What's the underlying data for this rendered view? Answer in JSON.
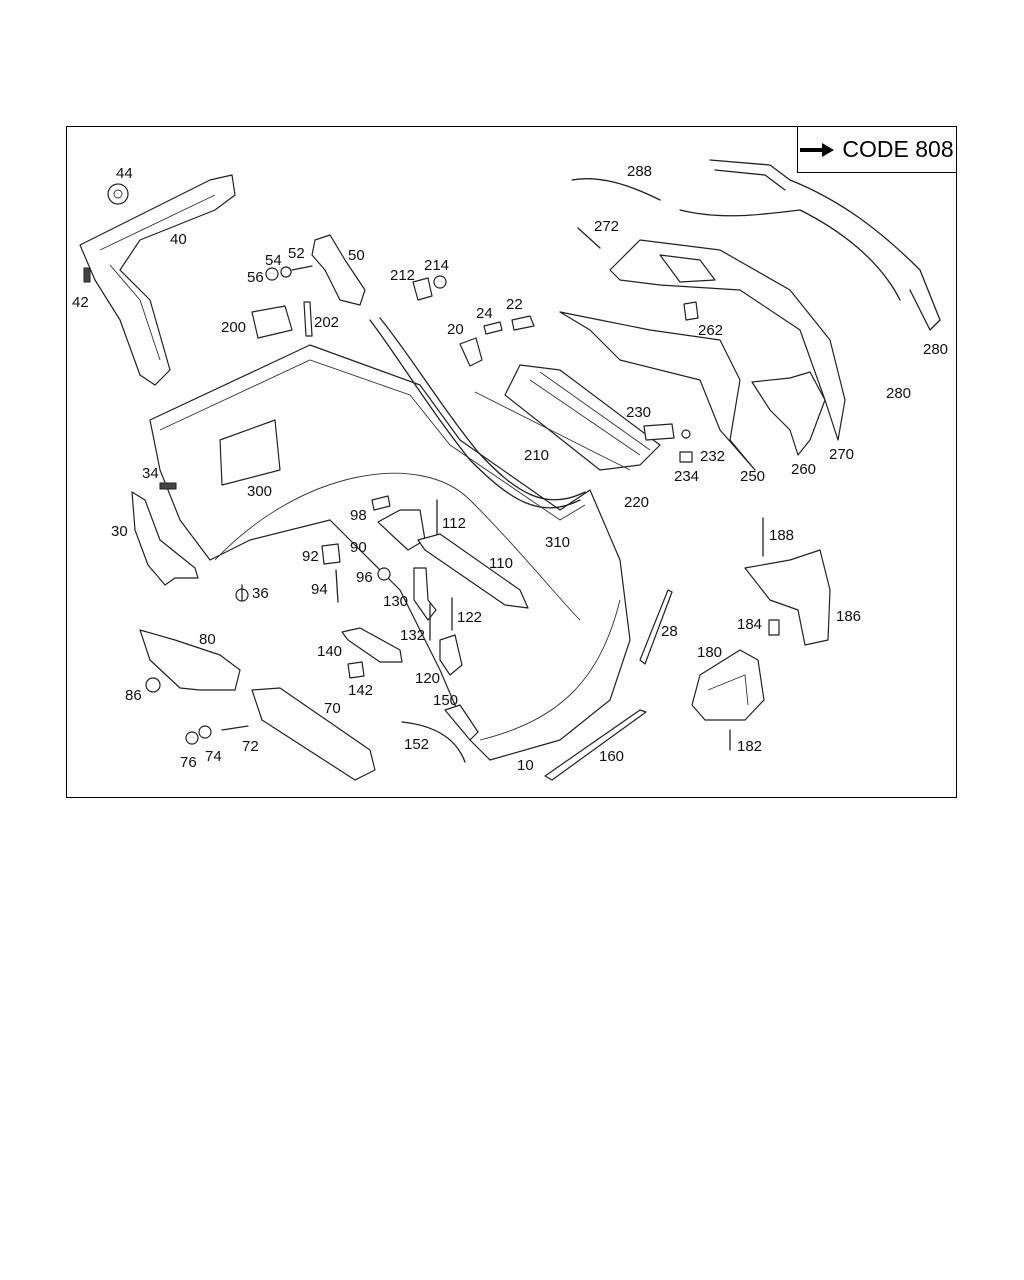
{
  "code_box": {
    "text": "CODE 808"
  },
  "callouts": [
    {
      "id": "c44",
      "label": "44"
    },
    {
      "id": "c40",
      "label": "40"
    },
    {
      "id": "c42",
      "label": "42"
    },
    {
      "id": "c54",
      "label": "54"
    },
    {
      "id": "c52",
      "label": "52"
    },
    {
      "id": "c50",
      "label": "50"
    },
    {
      "id": "c56",
      "label": "56"
    },
    {
      "id": "c212",
      "label": "212"
    },
    {
      "id": "c214",
      "label": "214"
    },
    {
      "id": "c200",
      "label": "200"
    },
    {
      "id": "c202",
      "label": "202"
    },
    {
      "id": "c24",
      "label": "24"
    },
    {
      "id": "c22",
      "label": "22"
    },
    {
      "id": "c20",
      "label": "20"
    },
    {
      "id": "c288",
      "label": "288"
    },
    {
      "id": "c272",
      "label": "272"
    },
    {
      "id": "c262",
      "label": "262"
    },
    {
      "id": "c280a",
      "label": "280"
    },
    {
      "id": "c280b",
      "label": "280"
    },
    {
      "id": "c230",
      "label": "230"
    },
    {
      "id": "c232",
      "label": "232"
    },
    {
      "id": "c234",
      "label": "234"
    },
    {
      "id": "c210",
      "label": "210"
    },
    {
      "id": "c220",
      "label": "220"
    },
    {
      "id": "c250",
      "label": "250"
    },
    {
      "id": "c260",
      "label": "260"
    },
    {
      "id": "c270",
      "label": "270"
    },
    {
      "id": "c300",
      "label": "300"
    },
    {
      "id": "c34",
      "label": "34"
    },
    {
      "id": "c30",
      "label": "30"
    },
    {
      "id": "c36",
      "label": "36"
    },
    {
      "id": "c98",
      "label": "98"
    },
    {
      "id": "c112",
      "label": "112"
    },
    {
      "id": "c90",
      "label": "90"
    },
    {
      "id": "c92",
      "label": "92"
    },
    {
      "id": "c310",
      "label": "310"
    },
    {
      "id": "c110",
      "label": "110"
    },
    {
      "id": "c94",
      "label": "94"
    },
    {
      "id": "c96",
      "label": "96"
    },
    {
      "id": "c130",
      "label": "130"
    },
    {
      "id": "c122",
      "label": "122"
    },
    {
      "id": "c132",
      "label": "132"
    },
    {
      "id": "c188",
      "label": "188"
    },
    {
      "id": "c184",
      "label": "184"
    },
    {
      "id": "c186",
      "label": "186"
    },
    {
      "id": "c28",
      "label": "28"
    },
    {
      "id": "c80",
      "label": "80"
    },
    {
      "id": "c140",
      "label": "140"
    },
    {
      "id": "c120",
      "label": "120"
    },
    {
      "id": "c142",
      "label": "142"
    },
    {
      "id": "c180",
      "label": "180"
    },
    {
      "id": "c86",
      "label": "86"
    },
    {
      "id": "c70",
      "label": "70"
    },
    {
      "id": "c150",
      "label": "150"
    },
    {
      "id": "c72",
      "label": "72"
    },
    {
      "id": "c74",
      "label": "74"
    },
    {
      "id": "c76",
      "label": "76"
    },
    {
      "id": "c152",
      "label": "152"
    },
    {
      "id": "c10",
      "label": "10"
    },
    {
      "id": "c160",
      "label": "160"
    },
    {
      "id": "c182",
      "label": "182"
    }
  ]
}
